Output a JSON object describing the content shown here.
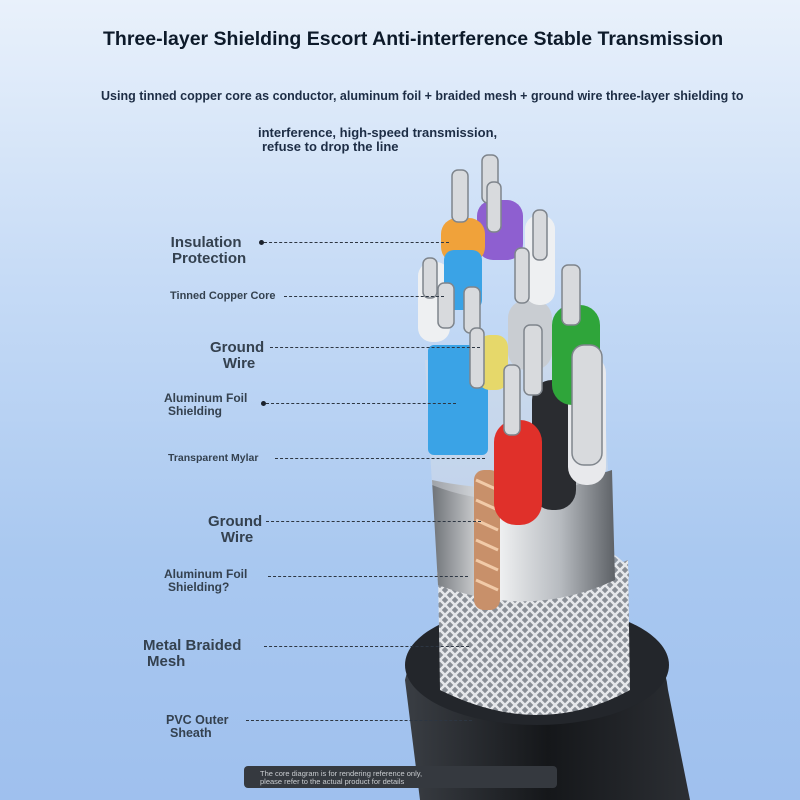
{
  "header": {
    "title": "Three-layer Shielding Escort Anti-interference Stable Transmission",
    "subtitle": "Using tinned copper core as conductor, aluminum foil + braided mesh + ground wire three-layer shielding to",
    "subtitle_line2a": "interference, high-speed transmission,",
    "subtitle_line2b": "refuse to drop the line"
  },
  "labels": {
    "insulation_a": "Insulation",
    "insulation_b": "Protection",
    "tinned_copper": "Tinned Copper Core",
    "ground1_a": "Ground",
    "ground1_b": "Wire",
    "alfoil1_a": "Aluminum Foil",
    "alfoil1_b": "Shielding",
    "mylar": "Transparent Mylar",
    "ground2_a": "Ground",
    "ground2_b": "Wire",
    "alfoil2_a": "Aluminum Foil",
    "alfoil2_b": "Shielding?",
    "braid_a": "Metal Braided",
    "braid_b": "Mesh",
    "pvc_a": "PVC Outer",
    "pvc_b": "Sheath"
  },
  "note": {
    "line1": "The core diagram is for rendering reference only,",
    "line2": "please refer to the actual product for details"
  },
  "colors": {
    "background_top": "#e9f1fb",
    "background_bottom": "#9fc0ee",
    "jacket": "#1c1f24",
    "orange": "#f0a23a",
    "purple": "#8e5fd0",
    "green": "#2fa53a",
    "yellow": "#e6d86a",
    "blue": "#3aa3e6",
    "red": "#e0302a",
    "black": "#2a2c30",
    "white": "#e8e9ec",
    "copper": "#c8906a"
  }
}
